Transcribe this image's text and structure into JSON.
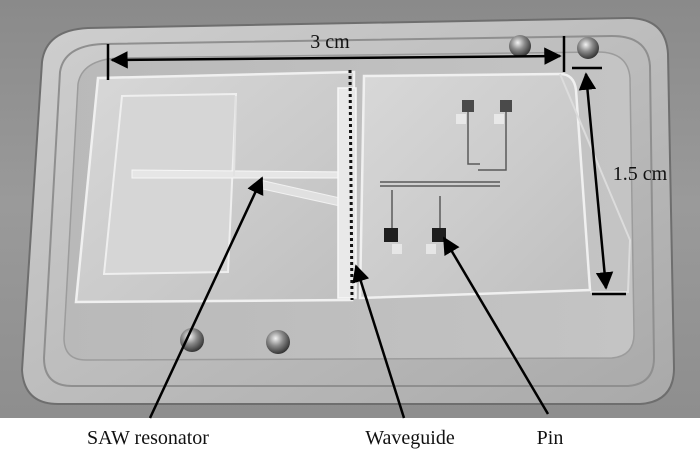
{
  "labels": {
    "width_dimension": "3 cm",
    "height_dimension": "1.5 cm",
    "saw_resonator": "SAW resonator",
    "waveguide": "Waveguide",
    "pin": "Pin"
  }
}
